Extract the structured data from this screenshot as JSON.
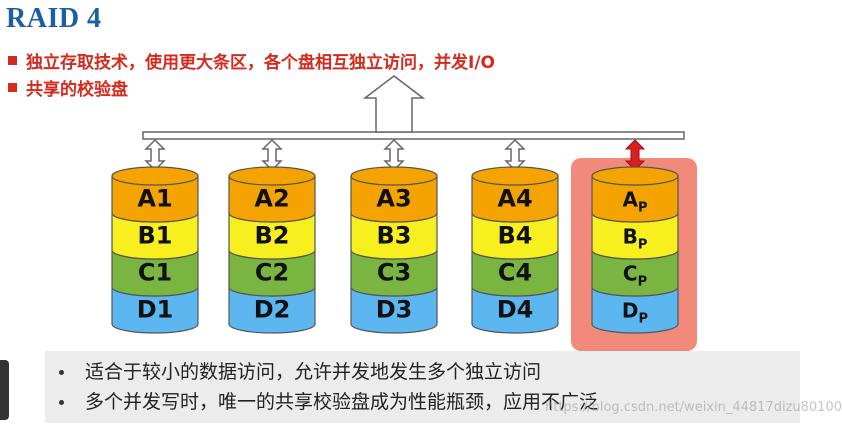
{
  "title": "RAID 4",
  "bullets": [
    "独立存取技术，使用更大条区，各个盘相互独立访问，并发I/O",
    "共享的校验盘"
  ],
  "disks": [
    {
      "blocks": [
        {
          "letter": "A",
          "sub": "1"
        },
        {
          "letter": "B",
          "sub": "1"
        },
        {
          "letter": "C",
          "sub": "1"
        },
        {
          "letter": "D",
          "sub": "1"
        }
      ],
      "parity": false
    },
    {
      "blocks": [
        {
          "letter": "A",
          "sub": "2"
        },
        {
          "letter": "B",
          "sub": "2"
        },
        {
          "letter": "C",
          "sub": "2"
        },
        {
          "letter": "D",
          "sub": "2"
        }
      ],
      "parity": false
    },
    {
      "blocks": [
        {
          "letter": "A",
          "sub": "3"
        },
        {
          "letter": "B",
          "sub": "3"
        },
        {
          "letter": "C",
          "sub": "3"
        },
        {
          "letter": "D",
          "sub": "3"
        }
      ],
      "parity": false
    },
    {
      "blocks": [
        {
          "letter": "A",
          "sub": "4"
        },
        {
          "letter": "B",
          "sub": "4"
        },
        {
          "letter": "C",
          "sub": "4"
        },
        {
          "letter": "D",
          "sub": "4"
        }
      ],
      "parity": false
    },
    {
      "blocks": [
        {
          "letter": "A",
          "sub": "P"
        },
        {
          "letter": "B",
          "sub": "P"
        },
        {
          "letter": "C",
          "sub": "P"
        },
        {
          "letter": "D",
          "sub": "P"
        }
      ],
      "parity": true
    }
  ],
  "colors": {
    "title": "#1a5fa6",
    "bullet": "#d52b1e",
    "row_a": "#f5a300",
    "row_b": "#f7f01e",
    "row_c": "#7ab441",
    "row_d": "#5cb6f0",
    "parity_highlight": "#f28a7c",
    "parity_arrow": "#d82020"
  },
  "notes": [
    "适合于较小的数据访问，允许并发地发生多个独立访问",
    "多个并发写时，唯一的共享校验盘成为性能瓶颈，应用不广泛"
  ],
  "watermark": "https://blog.csdn.net/weixin_44817dizu80100"
}
